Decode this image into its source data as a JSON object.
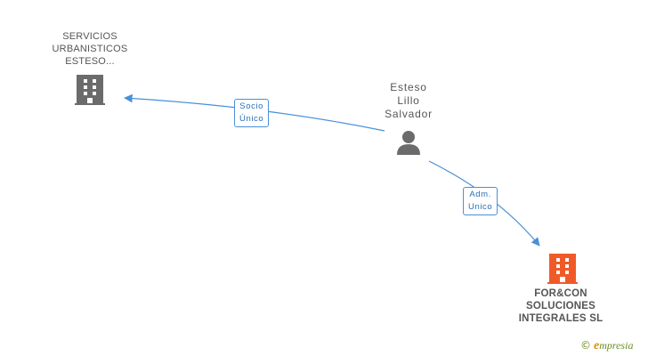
{
  "nodes": {
    "company_top": {
      "lines": [
        "SERVICIOS",
        "URBANISTICOS",
        "ESTESO..."
      ],
      "icon": "building-icon",
      "color": "#6b6b6b"
    },
    "person": {
      "lines": [
        "Esteso",
        "Lillo",
        "Salvador"
      ],
      "icon": "person-icon",
      "color": "#6b6b6b"
    },
    "company_main": {
      "lines": [
        "FOR&CON",
        "SOLUCIONES",
        "INTEGRALES SL"
      ],
      "icon": "building-icon",
      "color": "#f05a28"
    }
  },
  "edges": [
    {
      "from": "person",
      "to": "company_top",
      "label": [
        "Socio",
        "Único"
      ]
    },
    {
      "from": "person",
      "to": "company_main",
      "label": [
        "Adm.",
        "Unico"
      ]
    }
  ],
  "colors": {
    "edge": "#4a90d9",
    "node_gray": "#6b6b6b",
    "node_highlight": "#f05a28"
  },
  "brand": {
    "copyright": "©",
    "initial": "e",
    "rest": "mpresia"
  }
}
